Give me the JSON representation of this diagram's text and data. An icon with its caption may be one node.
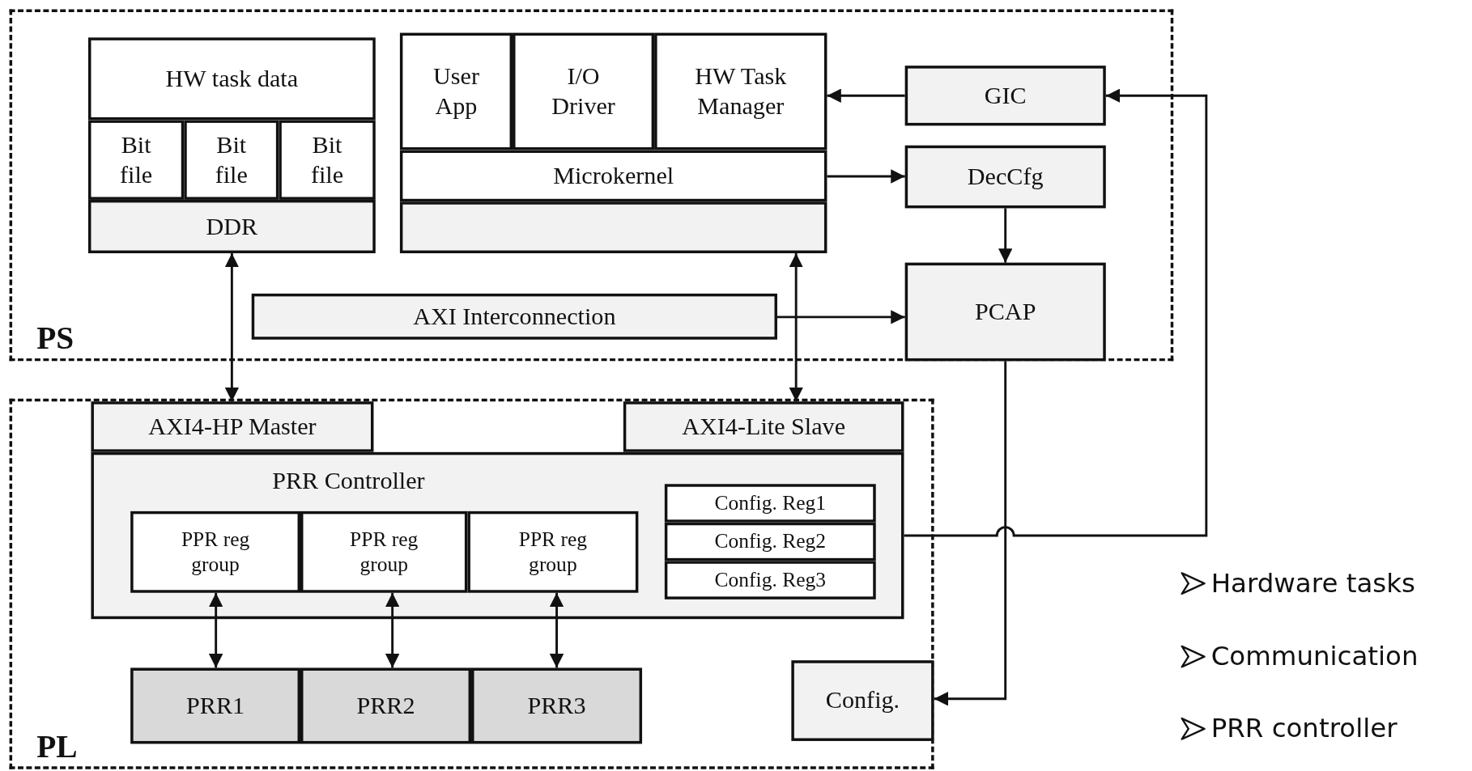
{
  "diagram": {
    "nodes": [
      {
        "text": [
          "PS"
        ]
      },
      {
        "text": [
          "HW task data"
        ],
        "in": 0
      },
      {
        "text": [
          "Bit file"
        ],
        "in": 0
      },
      {
        "text": [
          "Bit file"
        ],
        "in": 0
      },
      {
        "text": [
          "Bit file"
        ],
        "in": 0
      },
      {
        "text": [
          "DDR"
        ],
        "in": 0
      },
      {
        "text": [
          "User App"
        ],
        "in": 0
      },
      {
        "text": [
          "I/O Driver"
        ],
        "in": 0
      },
      {
        "text": [
          "HW Task Manager"
        ],
        "in": 0
      },
      {
        "text": [
          "Microkernel"
        ],
        "in": 0
      },
      {
        "text": [],
        "shape": "box",
        "in": 0
      },
      {
        "text": [
          "GIC"
        ],
        "in": 0
      },
      {
        "text": [
          "DecCfg"
        ],
        "in": 0
      },
      {
        "text": [
          "PCAP"
        ],
        "in": 0
      },
      {
        "text": [
          "AXI Interconnection"
        ],
        "in": 0
      },
      {
        "text": [
          "PL"
        ]
      },
      {
        "text": [
          "AXI4-HP Master"
        ],
        "in": 15
      },
      {
        "text": [
          "AXI4-Lite Slave"
        ],
        "in": 15
      },
      {
        "text": [
          "PRR Controller"
        ],
        "in": 15
      },
      {
        "text": [
          "PPR reg group"
        ],
        "in": 18
      },
      {
        "text": [
          "PPR reg group"
        ],
        "in": 18
      },
      {
        "text": [
          "PPR reg group"
        ],
        "in": 18
      },
      {
        "text": [
          "Config. Reg1"
        ],
        "in": 18
      },
      {
        "text": [
          "Config. Reg2"
        ],
        "in": 18
      },
      {
        "text": [
          "Config. Reg3"
        ],
        "in": 18
      },
      {
        "text": [
          "PRR1"
        ],
        "in": 15
      },
      {
        "text": [
          "PRR2"
        ],
        "in": 15
      },
      {
        "text": [
          "PRR3"
        ],
        "in": 15
      },
      {
        "text": [
          "Config."
        ],
        "in": 15
      }
    ],
    "edges": [
      {
        "from": 11,
        "to": 8,
        "arrow": "to"
      },
      {
        "from": 9,
        "to": 12,
        "arrow": "to"
      },
      {
        "from": 12,
        "to": 13,
        "arrow": "to"
      },
      {
        "from": 14,
        "to": 13,
        "arrow": "to"
      },
      {
        "from": 5,
        "to": 16,
        "arrow": "both"
      },
      {
        "from": 10,
        "to": 17,
        "arrow": "both"
      },
      {
        "from": 18,
        "to": 11,
        "arrow": "to"
      },
      {
        "from": 13,
        "to": 28,
        "arrow": "to"
      },
      {
        "from": 19,
        "to": 25,
        "arrow": "both"
      },
      {
        "from": 20,
        "to": 26,
        "arrow": "both"
      },
      {
        "from": 21,
        "to": 27,
        "arrow": "both"
      }
    ],
    "labels": [
      "Hardware tasks",
      "Communication",
      "PRR controller"
    ]
  }
}
